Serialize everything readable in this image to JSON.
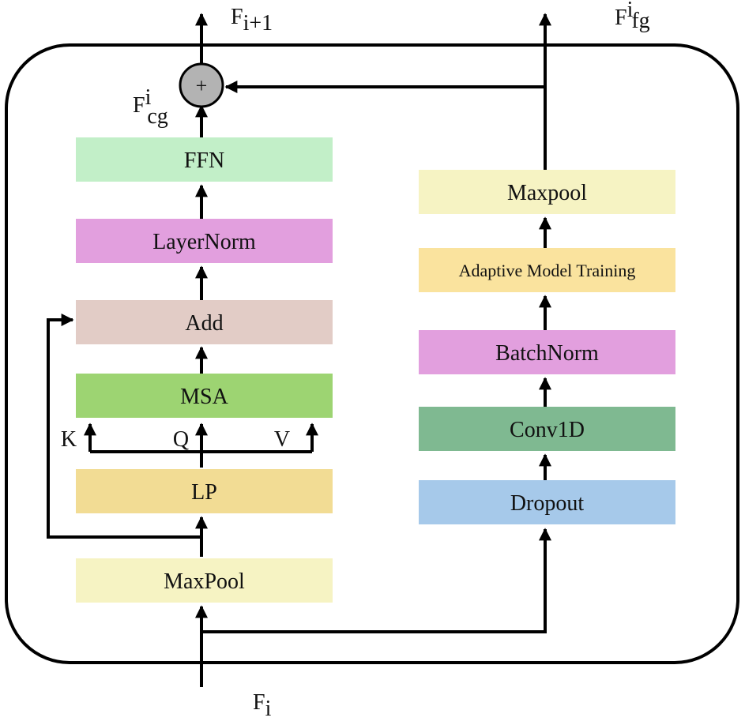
{
  "colors": {
    "ffn": "#c2efc8",
    "layernorm": "#e29fde",
    "add": "#e2ccc6",
    "msa": "#9dd472",
    "lp": "#f2dc94",
    "maxpool": "#f6f3c3",
    "adaptive": "#fae39e",
    "batchnorm": "#e29fde",
    "conv1d": "#7fb991",
    "dropout": "#a6c9ea",
    "sum_node": "#b3b3b3"
  },
  "left_branch": {
    "ffn": "FFN",
    "layernorm": "LayerNorm",
    "add": "Add",
    "msa": "MSA",
    "lp": "LP",
    "maxpool": "MaxPool",
    "qkv": {
      "k": "K",
      "q": "Q",
      "v": "V"
    }
  },
  "right_branch": {
    "maxpool": "Maxpool",
    "adaptive": "Adaptive Model Training",
    "batchnorm": "BatchNorm",
    "conv1d": "Conv1D",
    "dropout": "Dropout"
  },
  "sum_symbol": "+",
  "labels": {
    "out": {
      "base": "F",
      "sub": "i+1"
    },
    "cg": {
      "base": "F",
      "sup": "i",
      "sub": "cg"
    },
    "fg": {
      "base": "F",
      "sup": "i",
      "sub": "fg"
    },
    "in": {
      "base": "F",
      "sub": "i"
    }
  }
}
